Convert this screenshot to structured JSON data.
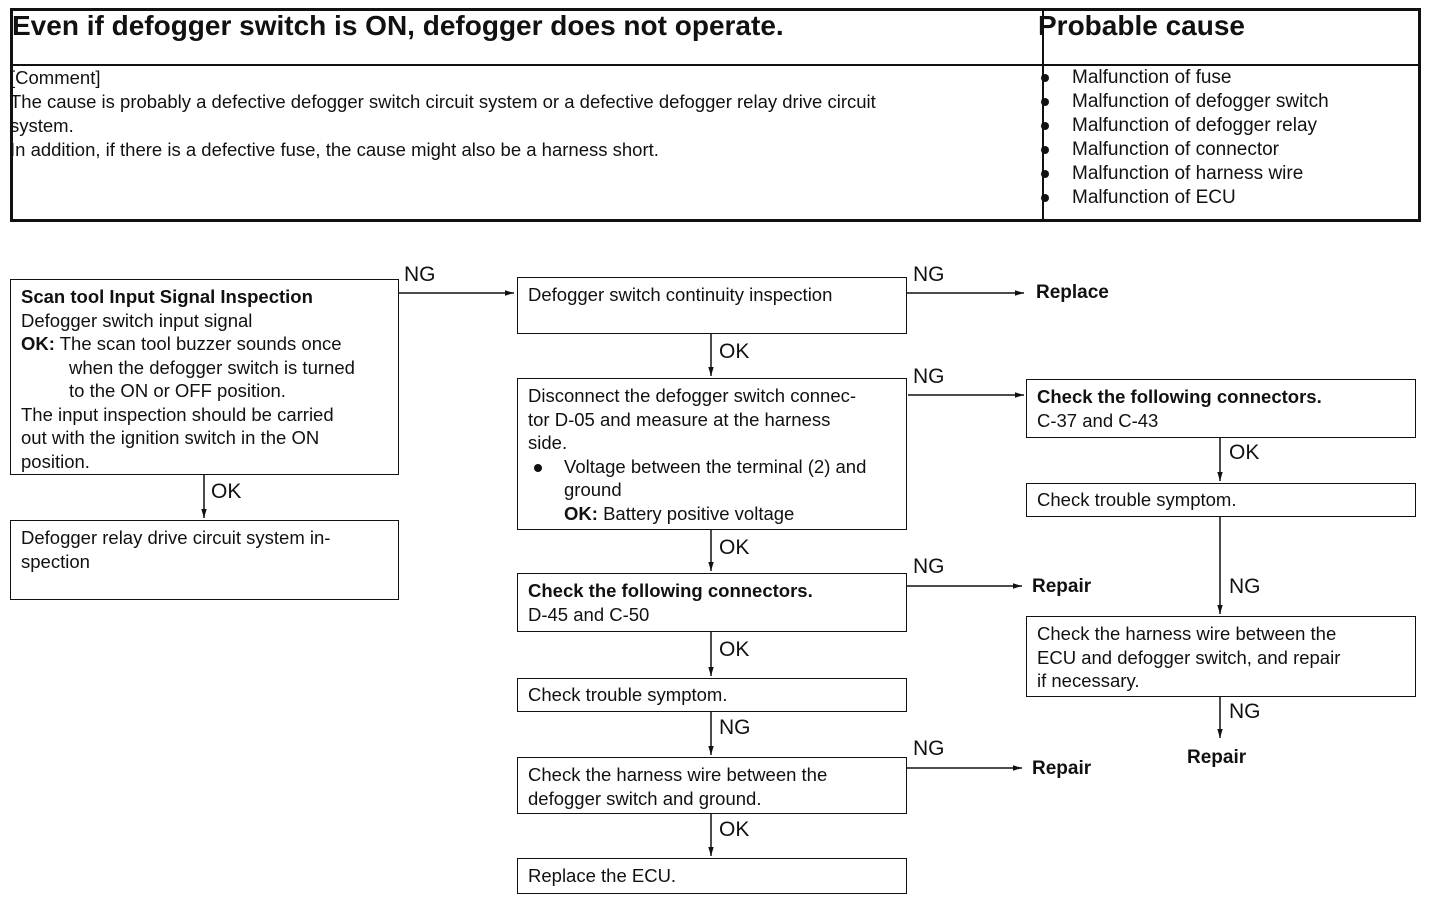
{
  "header": {
    "title": "Even if defogger switch is ON, defogger does not operate.",
    "cause_title": "Probable cause",
    "comment_lines": [
      "[Comment]",
      "The cause is probably a defective defogger switch circuit system or a defective defogger relay drive circuit",
      "system.",
      "In addition, if there is a defective fuse, the cause might also be a harness short."
    ],
    "causes": [
      "Malfunction of fuse",
      "Malfunction of defogger switch",
      "Malfunction of defogger relay",
      "Malfunction of connector",
      "Malfunction of harness wire",
      "Malfunction of ECU"
    ]
  },
  "flow": {
    "scan": {
      "title": "Scan tool Input Signal Inspection",
      "sub": "Defogger switch input signal",
      "ok_prefix": "OK:",
      "ok_line1": "The scan tool buzzer sounds once",
      "ok_line2": "when the defogger switch is turned",
      "ok_line3": "to the ON or OFF position.",
      "note_line1": "The input inspection should be carried",
      "note_line2": "out with the ignition switch in the ON",
      "note_line3": "position."
    },
    "relay": {
      "line1": "Defogger relay drive circuit system in-",
      "line2": "spection"
    },
    "continuity": "Defogger switch continuity inspection",
    "replace": "Replace",
    "disconnect": {
      "line1": "Disconnect the defogger switch connec-",
      "line2": "tor D-05 and measure at the harness",
      "line3": "side.",
      "bullet1": "Voltage between the terminal (2) and",
      "bullet2": "ground",
      "ok_prefix": "OK:",
      "ok_text": "Battery positive voltage"
    },
    "connectors_mid": {
      "title": "Check the following connectors.",
      "value": "D-45 and C-50"
    },
    "symptom_mid": "Check trouble symptom.",
    "harness_ground": {
      "line1": "Check the harness wire between the",
      "line2": "defogger switch and ground."
    },
    "replace_ecu": "Replace the ECU.",
    "connectors_right": {
      "title": "Check the following connectors.",
      "value": "C-37 and C-43"
    },
    "symptom_right": "Check trouble symptom.",
    "harness_ecu": {
      "line1": "Check the harness wire between the",
      "line2": "ECU and defogger switch, and repair",
      "line3": "if necessary."
    },
    "repair": "Repair",
    "ng": "NG",
    "ok": "OK"
  }
}
